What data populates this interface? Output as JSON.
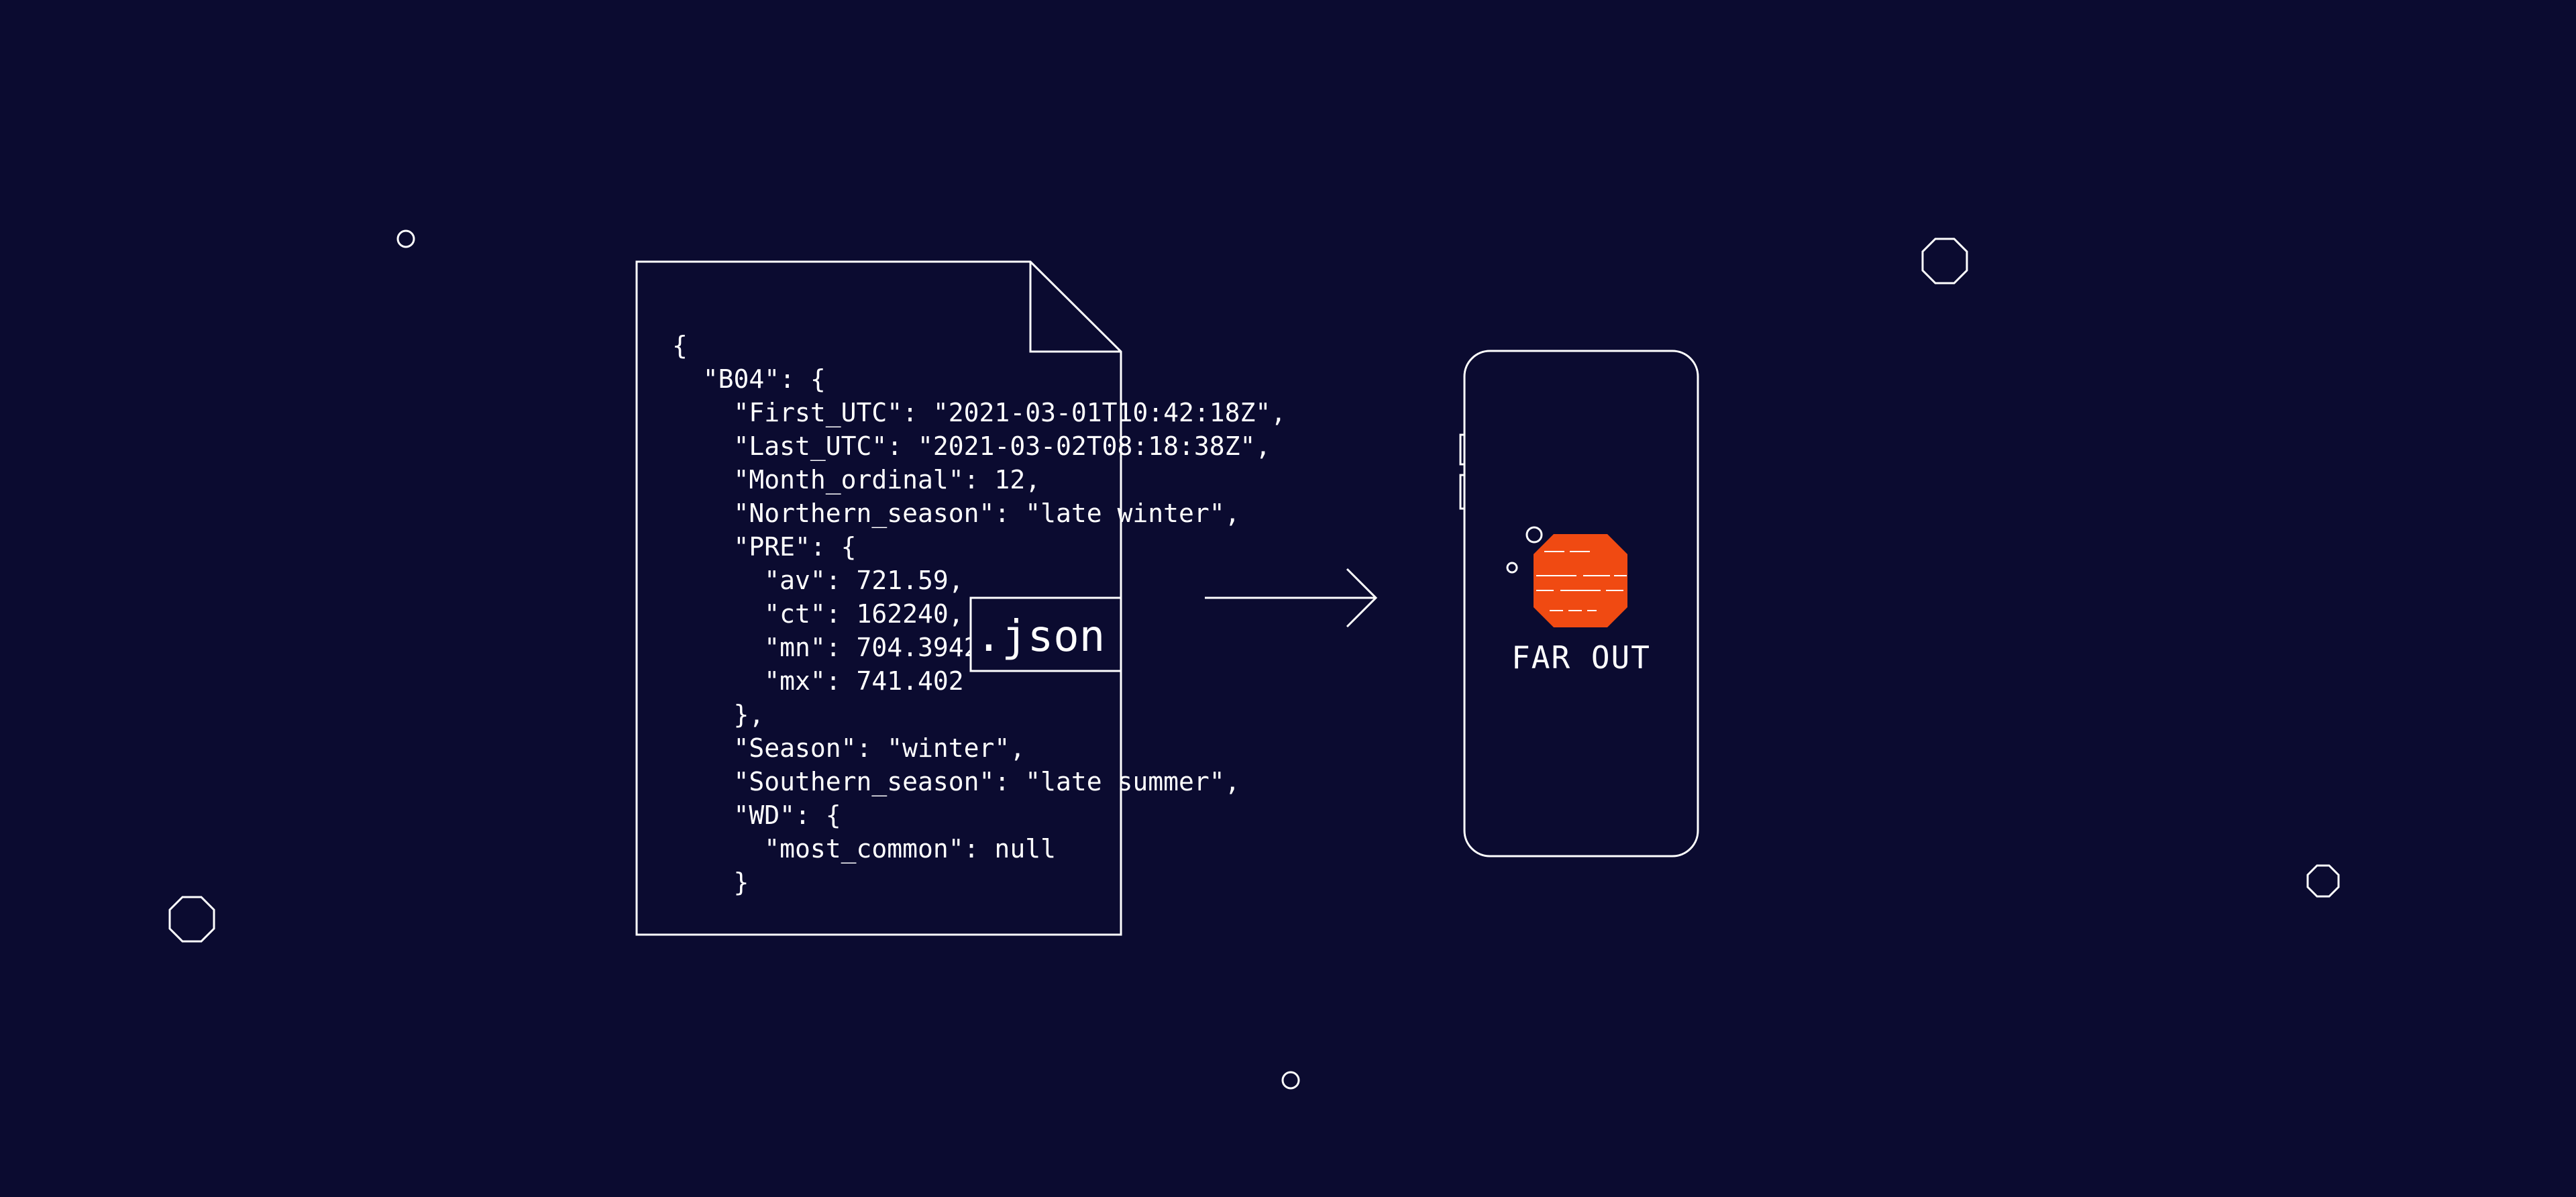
{
  "colors": {
    "background": "#0b0b30",
    "stroke": "#ffffff",
    "accent": "#f04a12"
  },
  "document": {
    "lines": [
      "{",
      "  \"B04\": {",
      "    \"First_UTC\": \"2021-03-01T10:42:18Z\",",
      "    \"Last_UTC\": \"2021-03-02T08:18:38Z\",",
      "    \"Month_ordinal\": 12,",
      "    \"Northern_season\": \"late winter\",",
      "    \"PRE\": {",
      "      \"av\": 721.59,",
      "      \"ct\": 162240,",
      "      \"mn\": 704.3942,",
      "      \"mx\": 741.402",
      "    },",
      "    \"Season\": \"winter\",",
      "    \"Southern_season\": \"late summer\",",
      "    \"WD\": {",
      "      \"most_common\": null",
      "    }"
    ],
    "file_tag": ".json"
  },
  "phone": {
    "app_name": "FAR OUT",
    "logo_icon": "octagon-planet-icon"
  },
  "decorations": {
    "icons": [
      "circle-icon",
      "octagon-icon"
    ]
  }
}
